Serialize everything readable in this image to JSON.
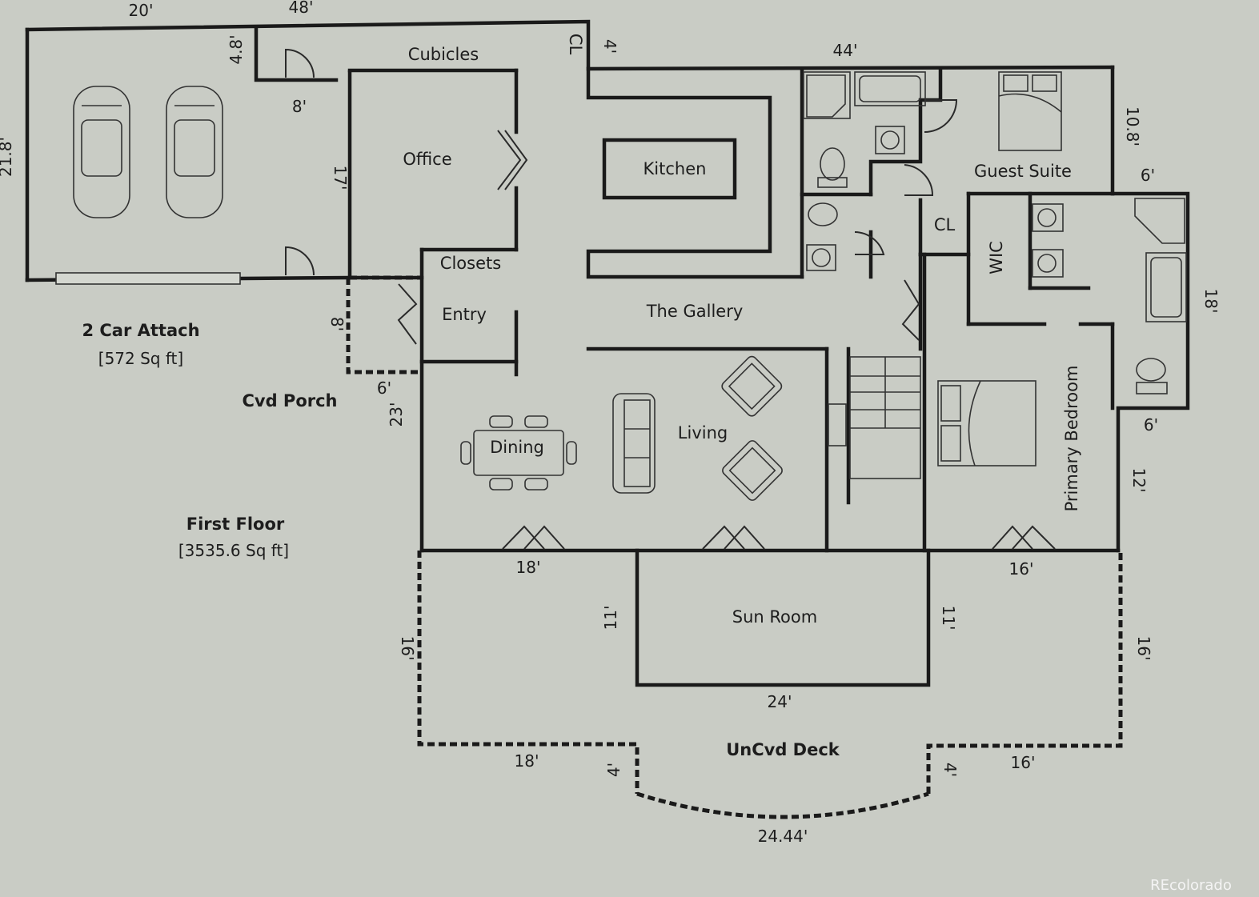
{
  "labels": {
    "garage": "2 Car Attach",
    "garage_area": "[572 Sq ft]",
    "porch": "Cvd Porch",
    "floor": "First Floor",
    "floor_area": "[3535.6 Sq ft]",
    "cubicles": "Cubicles",
    "office": "Office",
    "kitchen": "Kitchen",
    "closets": "Closets",
    "entry": "Entry",
    "gallery": "The Gallery",
    "dining": "Dining",
    "living": "Living",
    "guest_suite": "Guest Suite",
    "cl1": "CL",
    "cl2": "CL",
    "wic": "WIC",
    "primary_bedroom": "Primary Bedroom",
    "sun_room": "Sun Room",
    "deck": "UnCvd Deck"
  },
  "dimensions": {
    "d20": "20'",
    "d48": "48'",
    "d4_8": "4.8'",
    "d4a": "4'",
    "d44": "44'",
    "d21_8": "21.8'",
    "d8a": "8'",
    "d17": "17'",
    "d10_8": "10.8'",
    "d6a": "6'",
    "d8b": "8'",
    "d6b": "6'",
    "d23": "23'",
    "d18a": "18'",
    "d6c": "6'",
    "d12": "12'",
    "d11a": "11'",
    "d11b": "11'",
    "d16a": "16'",
    "d16b": "16'",
    "d16c": "16'",
    "d24": "24'",
    "d18b": "18'",
    "d4b": "4'",
    "d4c": "4'",
    "d16d": "16'",
    "d24_44": "24.44'"
  },
  "watermark": "REcolorado",
  "colors": {
    "paper": "#c9ccc5",
    "ink": "#1a1a1a"
  }
}
